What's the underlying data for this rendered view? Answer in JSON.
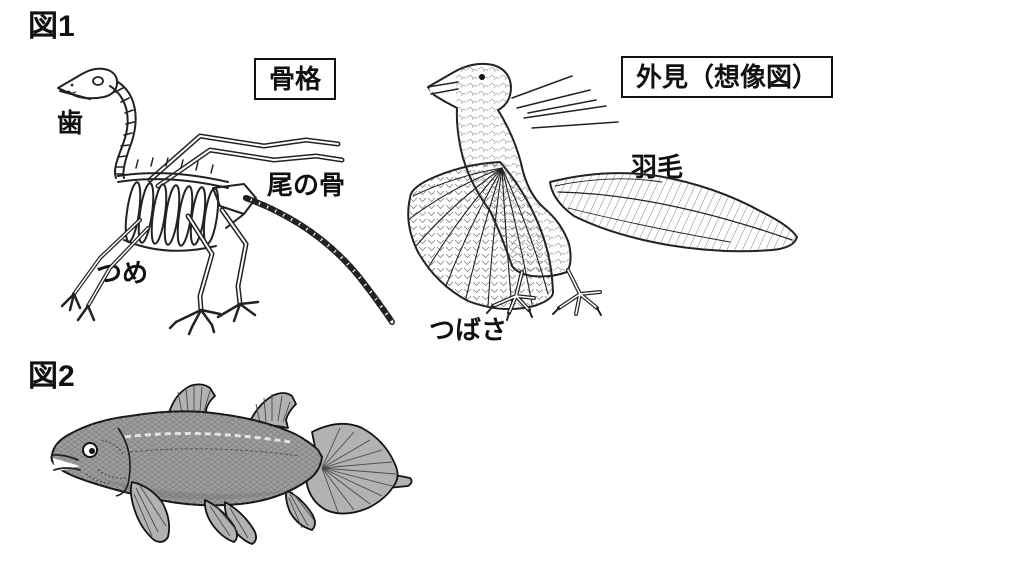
{
  "page": {
    "background": "#ffffff"
  },
  "figure1": {
    "title": "図1",
    "skeleton_panel": {
      "box_label": "骨格",
      "labels": {
        "teeth": "歯",
        "tail_bone": "尾の骨",
        "claw": "つめ"
      }
    },
    "appearance_panel": {
      "box_label": "外見（想像図）",
      "labels": {
        "feathers": "羽毛",
        "wing": "つばさ"
      }
    }
  },
  "figure2": {
    "title": "図2"
  },
  "colors": {
    "ink": "#1a1a1a",
    "background": "#ffffff",
    "fish_body": "#9d9d9d",
    "fish_fin": "#b2b2b2",
    "fish_detail": "#4a4a4a"
  }
}
